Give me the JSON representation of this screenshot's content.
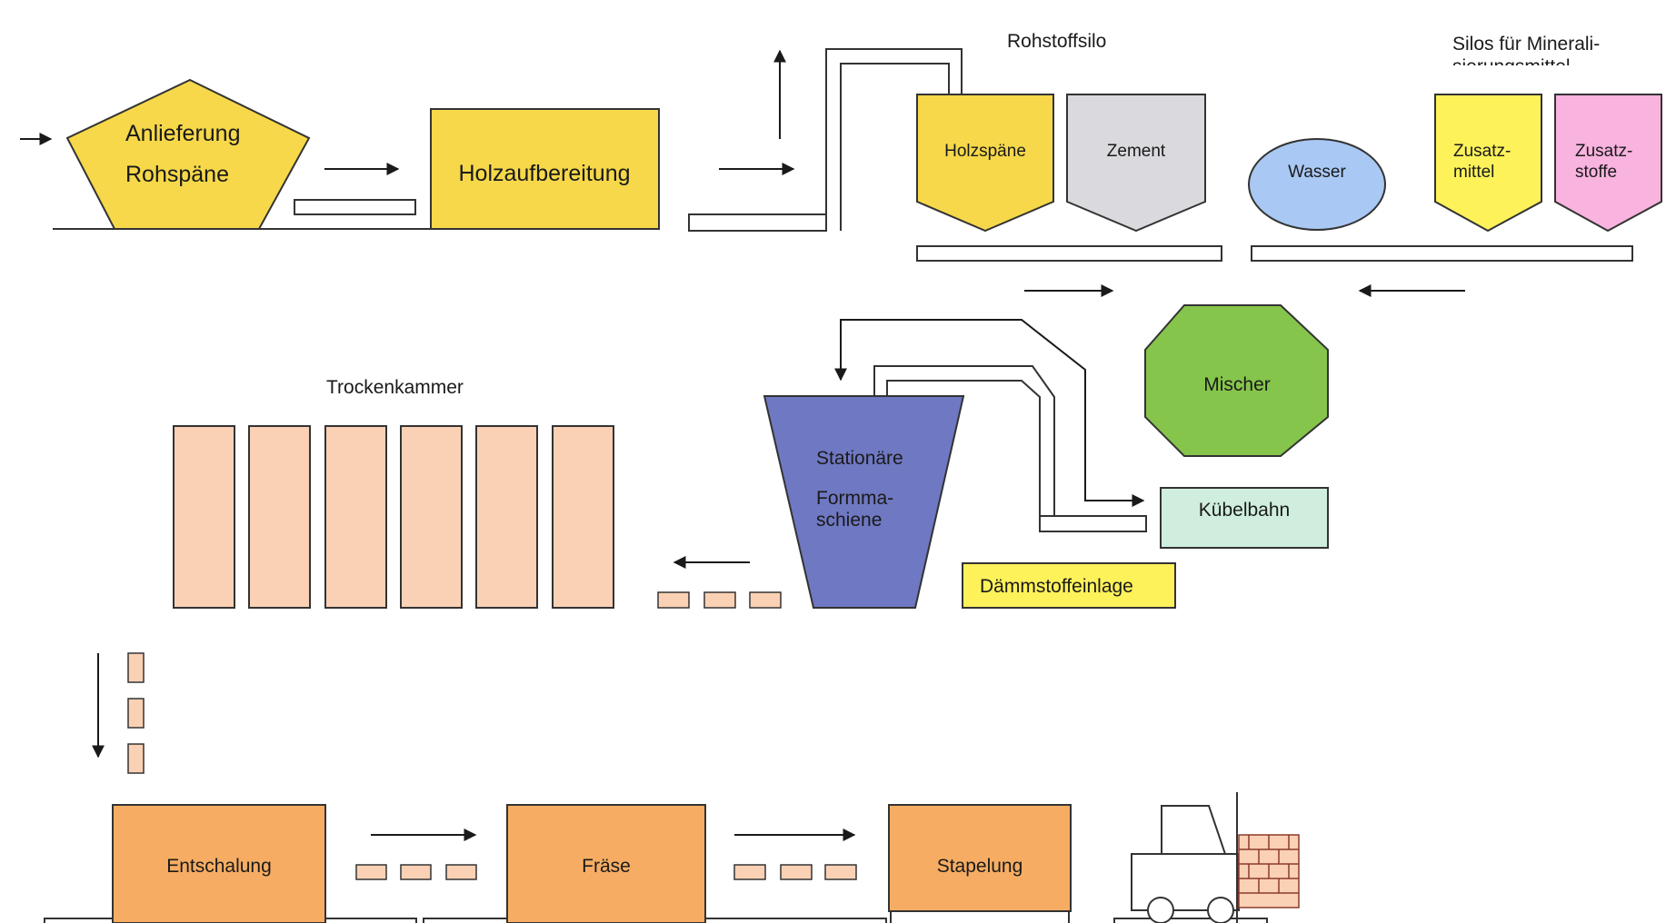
{
  "process": {
    "delivery": {
      "line1": "Anlieferung",
      "line2": "Rohspäne"
    },
    "wood_prep": "Holzaufbereitung",
    "raw_silo_title": "Rohstoffsilo",
    "silo_wood": "Holzspäne",
    "silo_cement": "Zement",
    "water": "Wasser",
    "mineral_title": {
      "line1": "Silos für Minerali-",
      "line2": "sierungsmittel"
    },
    "silo_additive1": {
      "line1": "Zusatz-",
      "line2": "mittel"
    },
    "silo_additive2": {
      "line1": "Zusatz-",
      "line2": "stoffe"
    },
    "mixer": "Mischer",
    "bucket_track": "Kübelbahn",
    "insulation_insert": "Dämmstoffeinlage",
    "mould": {
      "line1": "Stationäre",
      "line2": "Formma-",
      "line3": "schiene"
    },
    "drying_title": "Trockenkammer",
    "demoulding": "Entschalung",
    "milling": "Fräse",
    "stacking": "Stapelung"
  },
  "colors": {
    "yellow": "#f6d84a",
    "bright_yellow": "#fdf25a",
    "grey": "#d9d9de",
    "water_blue": "#a9c8f3",
    "pink": "#f9b3df",
    "green": "#86c54b",
    "mint": "#cfeedd",
    "violet": "#6f78c2",
    "peach": "#fbd1b5",
    "orange": "#f6ad63"
  }
}
